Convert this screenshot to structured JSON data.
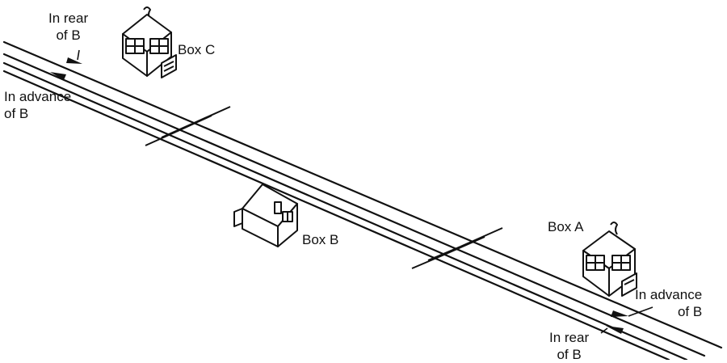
{
  "diagram": {
    "boxes": {
      "a": "Box A",
      "b": "Box B",
      "c": "Box C"
    },
    "direction_labels": {
      "top_left_rear": [
        "In rear",
        "of B"
      ],
      "top_left_advance": [
        "In advance",
        "of B"
      ],
      "bottom_right_advance": [
        "In advance",
        "of B"
      ],
      "bottom_right_rear": [
        "In rear",
        "of B"
      ]
    }
  },
  "colors": {
    "ink": "#111111",
    "background": "#ffffff"
  }
}
